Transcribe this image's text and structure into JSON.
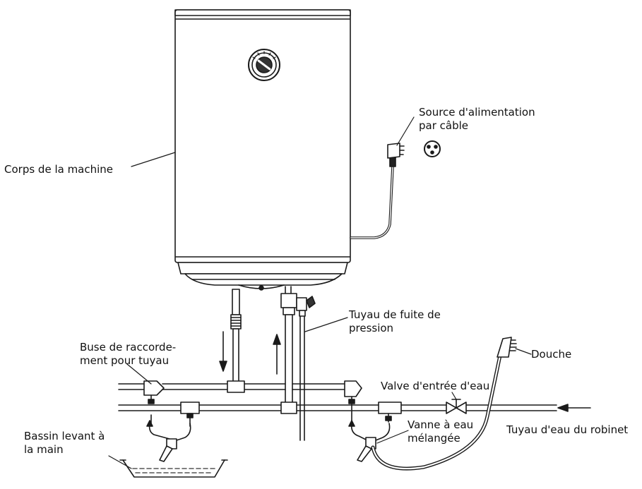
{
  "labels": {
    "power_source": [
      "Source d'alimentation",
      "par câble"
    ],
    "body": [
      "Corps de la machine"
    ],
    "leak_pipe": [
      "Tuyau de fuite de",
      "pression"
    ],
    "nozzle": [
      "Buse de raccorde-",
      "ment pour tuyau"
    ],
    "shower": [
      "Douche"
    ],
    "inlet_valve": [
      "Valve d'entrée d'eau"
    ],
    "mixed_valve": [
      "Vanne à eau",
      "mélangée"
    ],
    "tap_pipe": [
      "Tuyau d'eau du robinet"
    ],
    "basin": [
      "Bassin levant à",
      "la main"
    ]
  },
  "colors": {
    "line": "#1a1a1a",
    "fill": "#ffffff",
    "water": "#555555"
  }
}
